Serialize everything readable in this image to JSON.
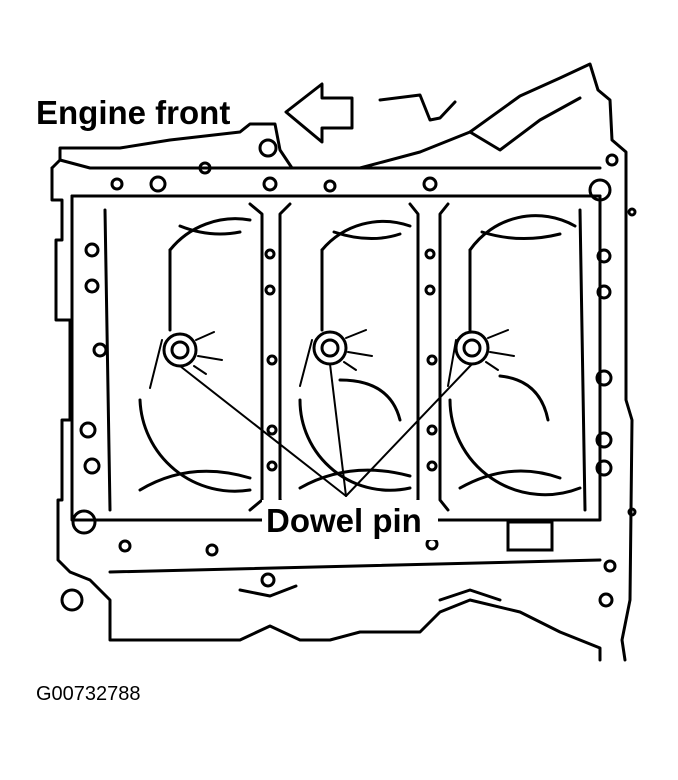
{
  "labels": {
    "engine_front": "Engine front",
    "dowel_pin": "Dowel pin",
    "figure_id": "G00732788"
  }
}
